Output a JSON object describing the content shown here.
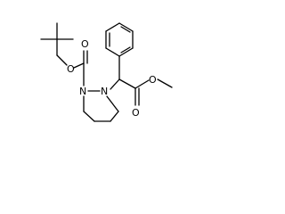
{
  "molecule": {
    "atom_labels": {
      "carbamate_ester_oxygen": "O",
      "carbamate_carbonyl_oxygen": "O",
      "ring_nitrogen_1": "N",
      "ring_nitrogen_2": "N",
      "ester_carbonyl_oxygen": "O",
      "ester_methoxy_oxygen": "O"
    }
  },
  "colors": {
    "bond": "#000000",
    "label": "#000000",
    "background": "#ffffff"
  }
}
